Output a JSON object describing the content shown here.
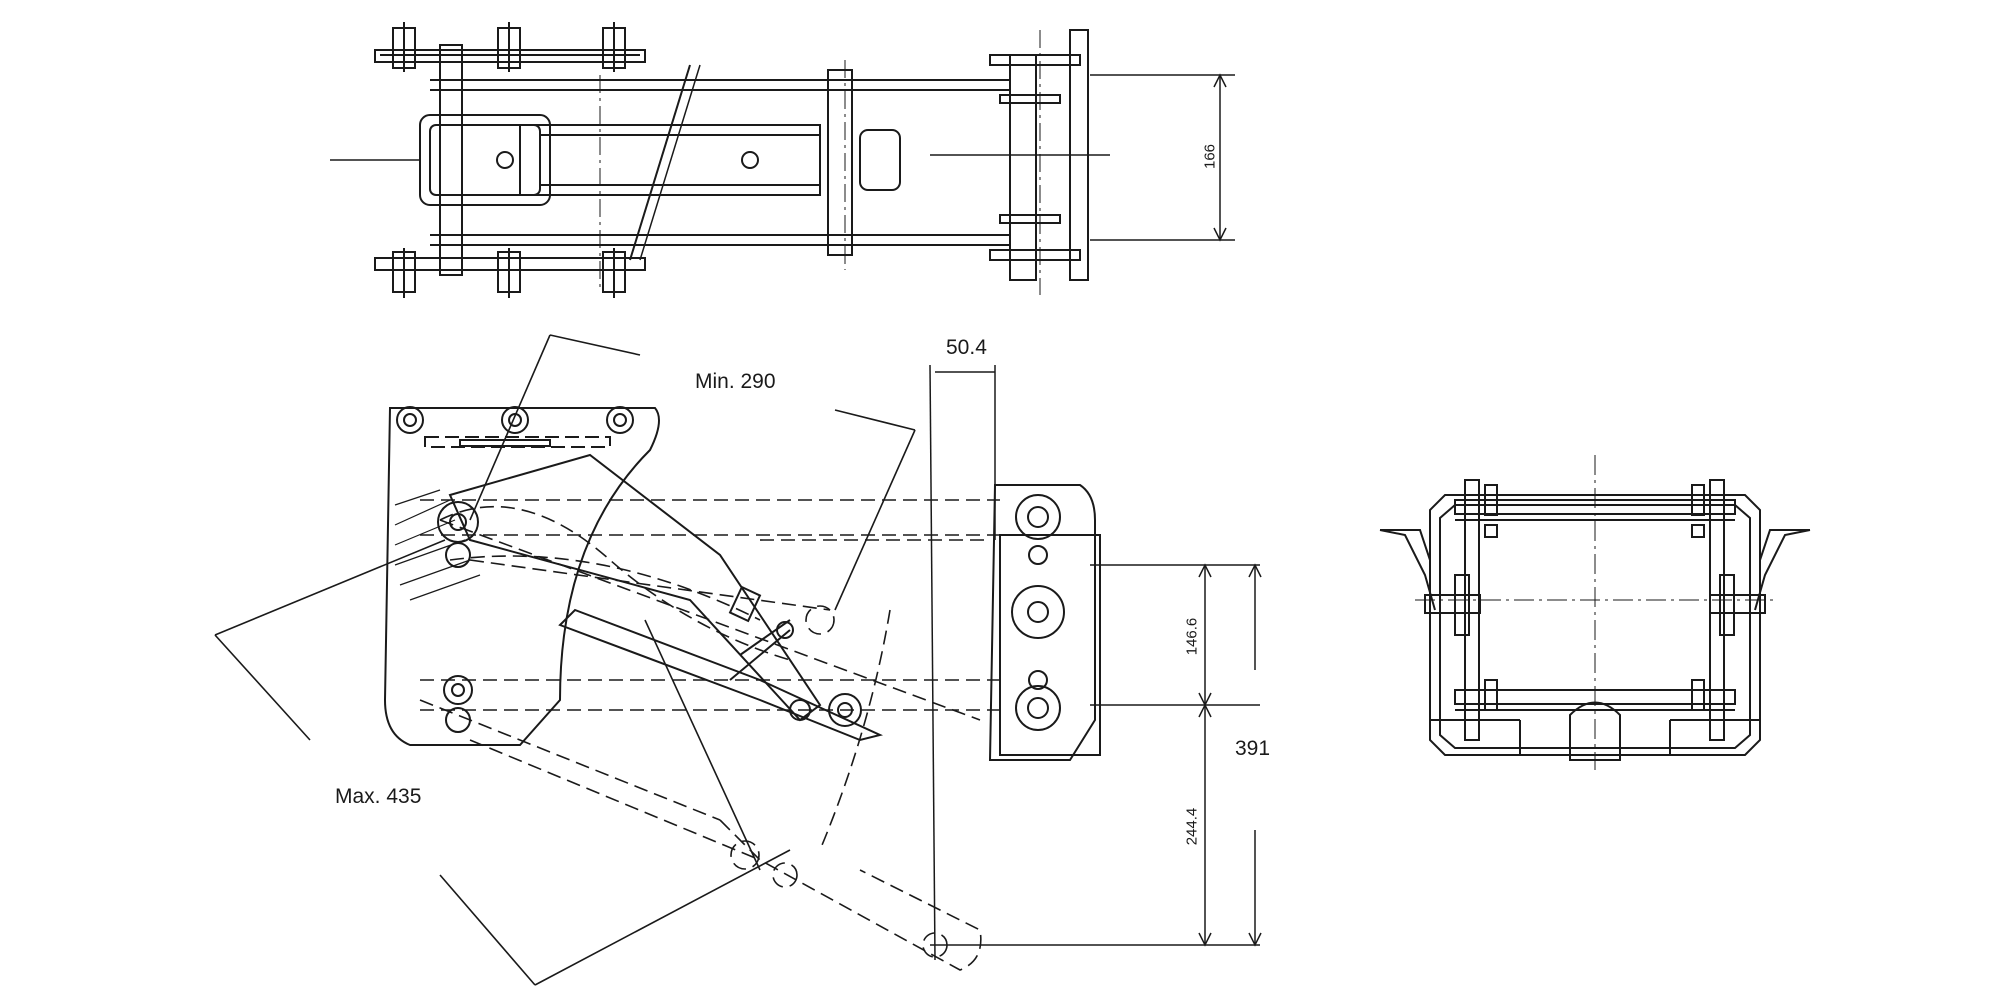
{
  "dimensions": {
    "top_height": "166",
    "min_reach": "Min. 290",
    "max_reach": "Max. 435",
    "offset": "50.4",
    "upper_height": "146.6",
    "lower_height": "244.4",
    "total_height": "391"
  },
  "colors": {
    "ink": "#1a1a1a",
    "background": "#ffffff"
  }
}
